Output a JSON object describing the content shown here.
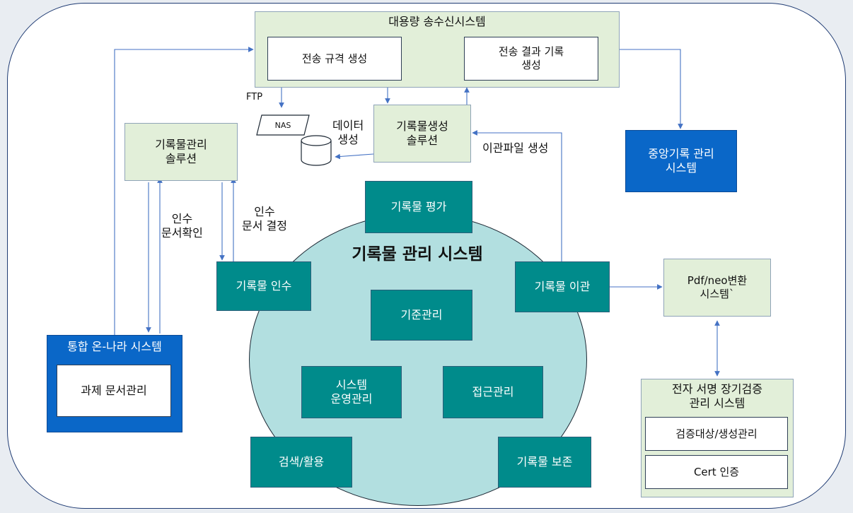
{
  "transfer_system": {
    "title": "대용량 송수신시스템",
    "spec_gen": "전송 규격 생성",
    "result_log": "전송 결과 기록\n생성"
  },
  "labels": {
    "ftp": "FTP",
    "nas": "NAS",
    "data_gen": "데이터\n생성",
    "transfer_file_gen": "이관파일 생성",
    "receipt_confirm": "인수\n문서확인",
    "receipt_decision": "인수\n문서 결정"
  },
  "record_gen_solution": "기록물생성\n솔루션",
  "record_mgmt_solution": "기록물관리\n솔루션",
  "central_archive": "중앙기록 관리\n시스템",
  "onnara": {
    "title": "통합 온-나라 시스템",
    "task_docs": "과제 문서관리"
  },
  "core": {
    "title": "기록물 관리 시스템",
    "evaluation": "기록물 평가",
    "acquisition": "기록물 인수",
    "transfer": "기록물 이관",
    "standards": "기준관리",
    "sys_ops": "시스템\n운영관리",
    "access": "접근관리",
    "search": "검색/활용",
    "preservation": "기록물 보존"
  },
  "pdf_conversion": "Pdf/neo변환\n시스템`",
  "esign": {
    "title": "전자 서명 장기검증\n관리 시스템",
    "target_mgmt": "검증대상/생성관리",
    "cert_auth": "Cert 인증"
  },
  "colors": {
    "light_green": "#e2efd9",
    "teal": "#008b8b",
    "blue": "#0a67c8",
    "circle": "#b2dfe0",
    "arrow": "#4472c4"
  }
}
